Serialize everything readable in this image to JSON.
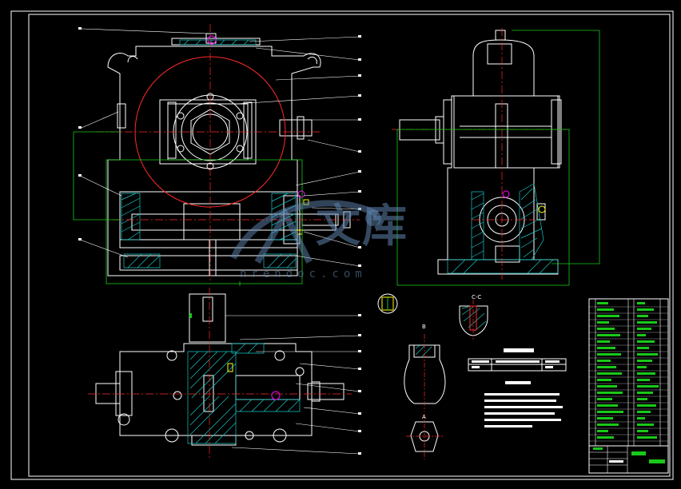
{
  "drawing": {
    "section_label": "C-C",
    "view_label_b": "B",
    "view_label_a": "A"
  },
  "watermark": {
    "text": "文库",
    "url": "nrendoc.com"
  },
  "colors": {
    "background": "#000000",
    "outline": "#ffffff",
    "center_line": "#ff2a2a",
    "dimension": "#19c819",
    "hatch": "#19c8c8",
    "highlight": "#ff00ff",
    "part": "#ffff00"
  }
}
